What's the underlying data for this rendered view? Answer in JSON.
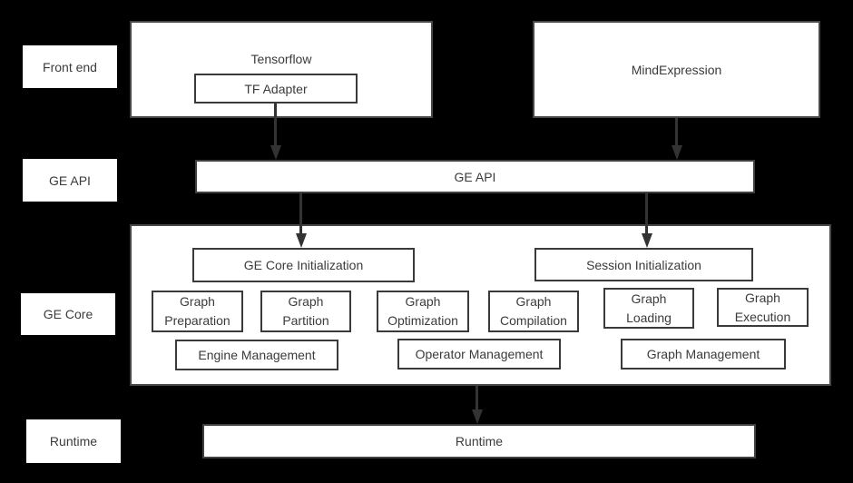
{
  "colors": {
    "background": "#000000",
    "box_background": "#ffffff",
    "box_border": "#474747",
    "inner_border": "#3a3a3a",
    "text": "#3b3b3b",
    "arrow": "#333333"
  },
  "side_labels": [
    {
      "label": "Front end"
    },
    {
      "label": "GE API"
    },
    {
      "label": "GE Core"
    },
    {
      "label": "Runtime"
    }
  ],
  "front_end": {
    "tensorflow": {
      "label": "Tensorflow",
      "adapter_label": "TF Adapter"
    },
    "mind_expression": {
      "label": "MindExpression"
    }
  },
  "ge_api_bar": {
    "label": "GE API"
  },
  "ge_core": {
    "init_left": "GE Core Initialization",
    "init_right": "Session Initialization",
    "modules": [
      "Graph Preparation",
      "Graph Partition",
      "Graph Optimization",
      "Graph Compilation",
      "Graph Loading",
      "Graph Execution"
    ],
    "management": [
      "Engine Management",
      "Operator Management",
      "Graph Management"
    ]
  },
  "runtime_bar": {
    "label": "Runtime"
  }
}
